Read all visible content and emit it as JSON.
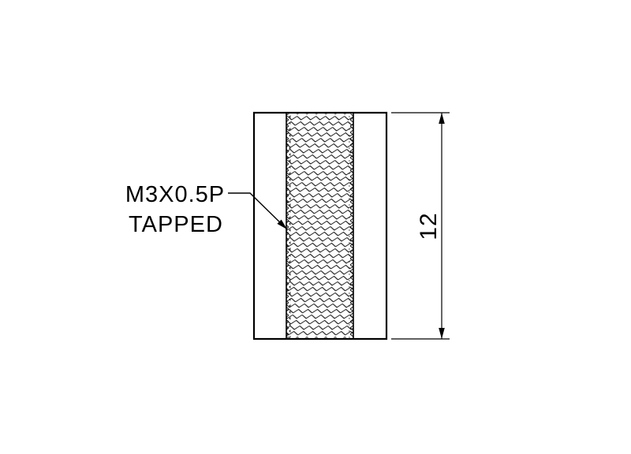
{
  "drawing": {
    "callout": {
      "line1": "M3X0.5P",
      "line2": "TAPPED"
    },
    "dimension": {
      "value": "12"
    },
    "colors": {
      "line": "#000000",
      "background": "#ffffff"
    }
  }
}
